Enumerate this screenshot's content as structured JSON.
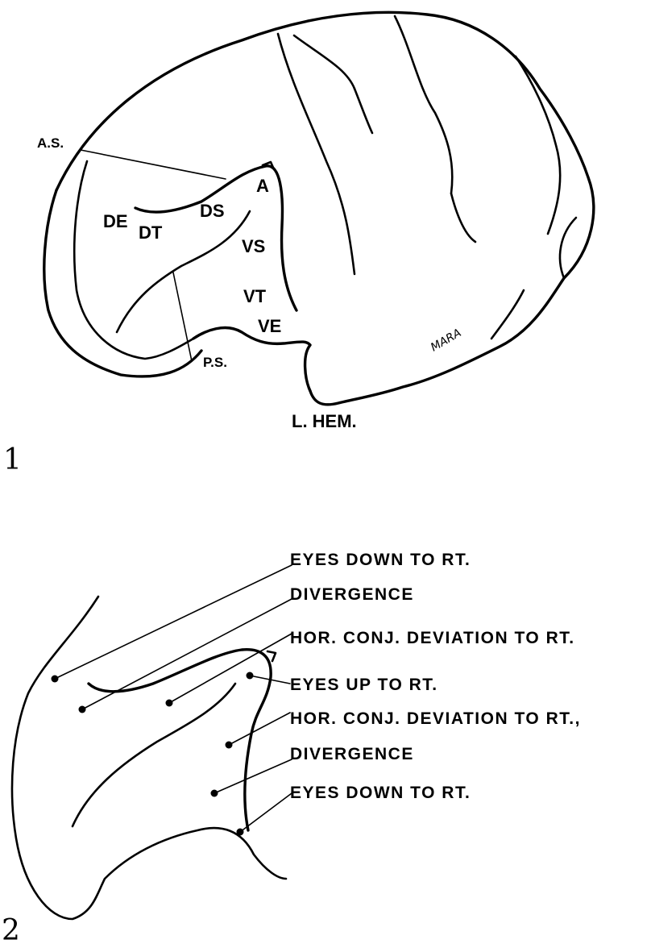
{
  "figure1": {
    "number": "1",
    "hemisphere_label": "L. HEM.",
    "signature": "MARA",
    "labels": {
      "as": "A.S.",
      "ps": "P.S.",
      "a": "A",
      "de": "DE",
      "dt": "DT",
      "ds": "DS",
      "vs": "VS",
      "vt": "VT",
      "ve": "VE"
    }
  },
  "figure2": {
    "number": "2",
    "responses": [
      "EYES DOWN TO RT.",
      "DIVERGENCE",
      "HOR. CONJ. DEVIATION TO RT.",
      "EYES UP TO RT.",
      "HOR. CONJ. DEVIATION TO RT.,",
      "DIVERGENCE",
      "EYES DOWN TO RT."
    ]
  }
}
